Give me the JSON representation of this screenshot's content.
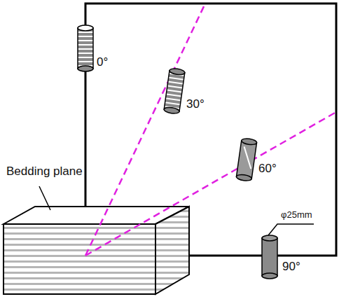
{
  "diagram": {
    "labels": [
      "Bedding plane",
      "0°",
      "30°",
      "60°",
      "90°",
      "φ25mm"
    ]
  }
}
